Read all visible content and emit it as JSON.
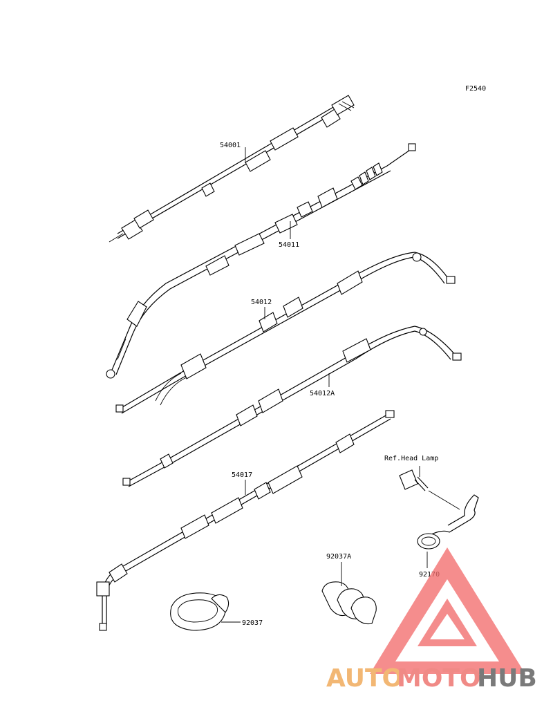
{
  "figure": {
    "code": "F2540"
  },
  "parts": [
    {
      "number": "54001"
    },
    {
      "number": "54011"
    },
    {
      "number": "54012"
    },
    {
      "number": "54012A"
    },
    {
      "number": "54017"
    },
    {
      "number": "92037A"
    },
    {
      "number": "92170"
    },
    {
      "number": "92037"
    }
  ],
  "references": {
    "head_lamp": "Ref.Head Lamp"
  },
  "watermark": {
    "brand_part1": "AUTO",
    "brand_part2": "MOTO",
    "brand_part3": "HUB",
    "colors": {
      "auto": "#f2b774",
      "moto": "#f08a86",
      "hub": "#7a7a7a",
      "triangle": "#f26a6a"
    }
  }
}
